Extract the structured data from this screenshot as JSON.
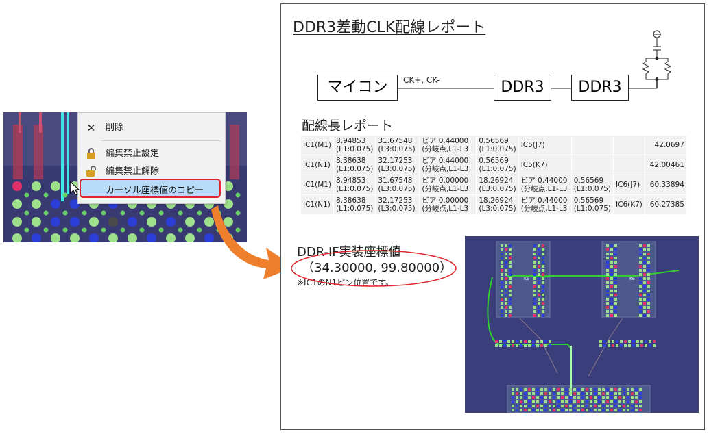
{
  "context_menu": {
    "items": [
      {
        "label": "削除",
        "icon": "close-icon"
      },
      {
        "label": "編集禁止設定",
        "icon": "lock-icon"
      },
      {
        "label": "編集禁止解除",
        "icon": "unlock-icon"
      },
      {
        "label": "カーソル座標値のコピー",
        "icon": "",
        "highlighted": true
      }
    ]
  },
  "report": {
    "title": "DDR3差動CLK配線レポート",
    "diagram": {
      "mcu_label": "マイコン",
      "signal_label": "CK+, CK-",
      "ddr1_label": "DDR3",
      "ddr2_label": "DDR3"
    },
    "length_title": "配線長レポート",
    "table_rows": [
      [
        "IC1(M1)",
        "8.94853\n(L1:0.075)",
        "31.67548\n(L3:0.075)",
        "ビア 0.44000\n(分岐点,L1-L3",
        "0.56569\n(L1:0.075)",
        "IC5(J7)",
        "",
        "",
        "42.0697"
      ],
      [
        "IC1(N1)",
        "8.38638\n(L1:0.075)",
        "32.17253\n(L3:0.075)",
        "ビア 0.44000\n(分岐点,L1-L3",
        "0.56569\n(L1:0.075)",
        "IC5(K7)",
        "",
        "",
        "42.00461"
      ],
      [
        "IC1(M1)",
        "8.94853\n(L1:0.075)",
        "31.67548\n(L3:0.075)",
        "ビア 0.00000\n(分岐点,L1-L3",
        "18.26924\n(L3:0.075)",
        "ビア 0.44000\n(分岐点,L1-L3",
        "0.56569\n(L1:0.075)",
        "IC6(J7)",
        "60.33894"
      ],
      [
        "IC1(N1)",
        "8.38638\n(L1:0.075)",
        "32.17253\n(L3:0.075)",
        "ビア 0.00000\n(分岐点,L1-L3",
        "18.26924\n(L3:0.075)",
        "ビア 0.44000\n(分岐点,L1-L3",
        "0.56569\n(L1:0.075)",
        "IC6(K7)",
        "60.27385"
      ]
    ],
    "ddr_if_title": "DDR-IF実装座標値",
    "coordinate": "（34.30000, 99.80000）",
    "note": "※IC1のN1ピン位置です。"
  },
  "pcb": {
    "k5": "K5",
    "k6": "K6"
  },
  "colors": {
    "pcb_bg": "#3a3e7a",
    "highlight_border": "#e2242c",
    "arrow": "#ee7f2d",
    "trace": "#33cc33"
  }
}
